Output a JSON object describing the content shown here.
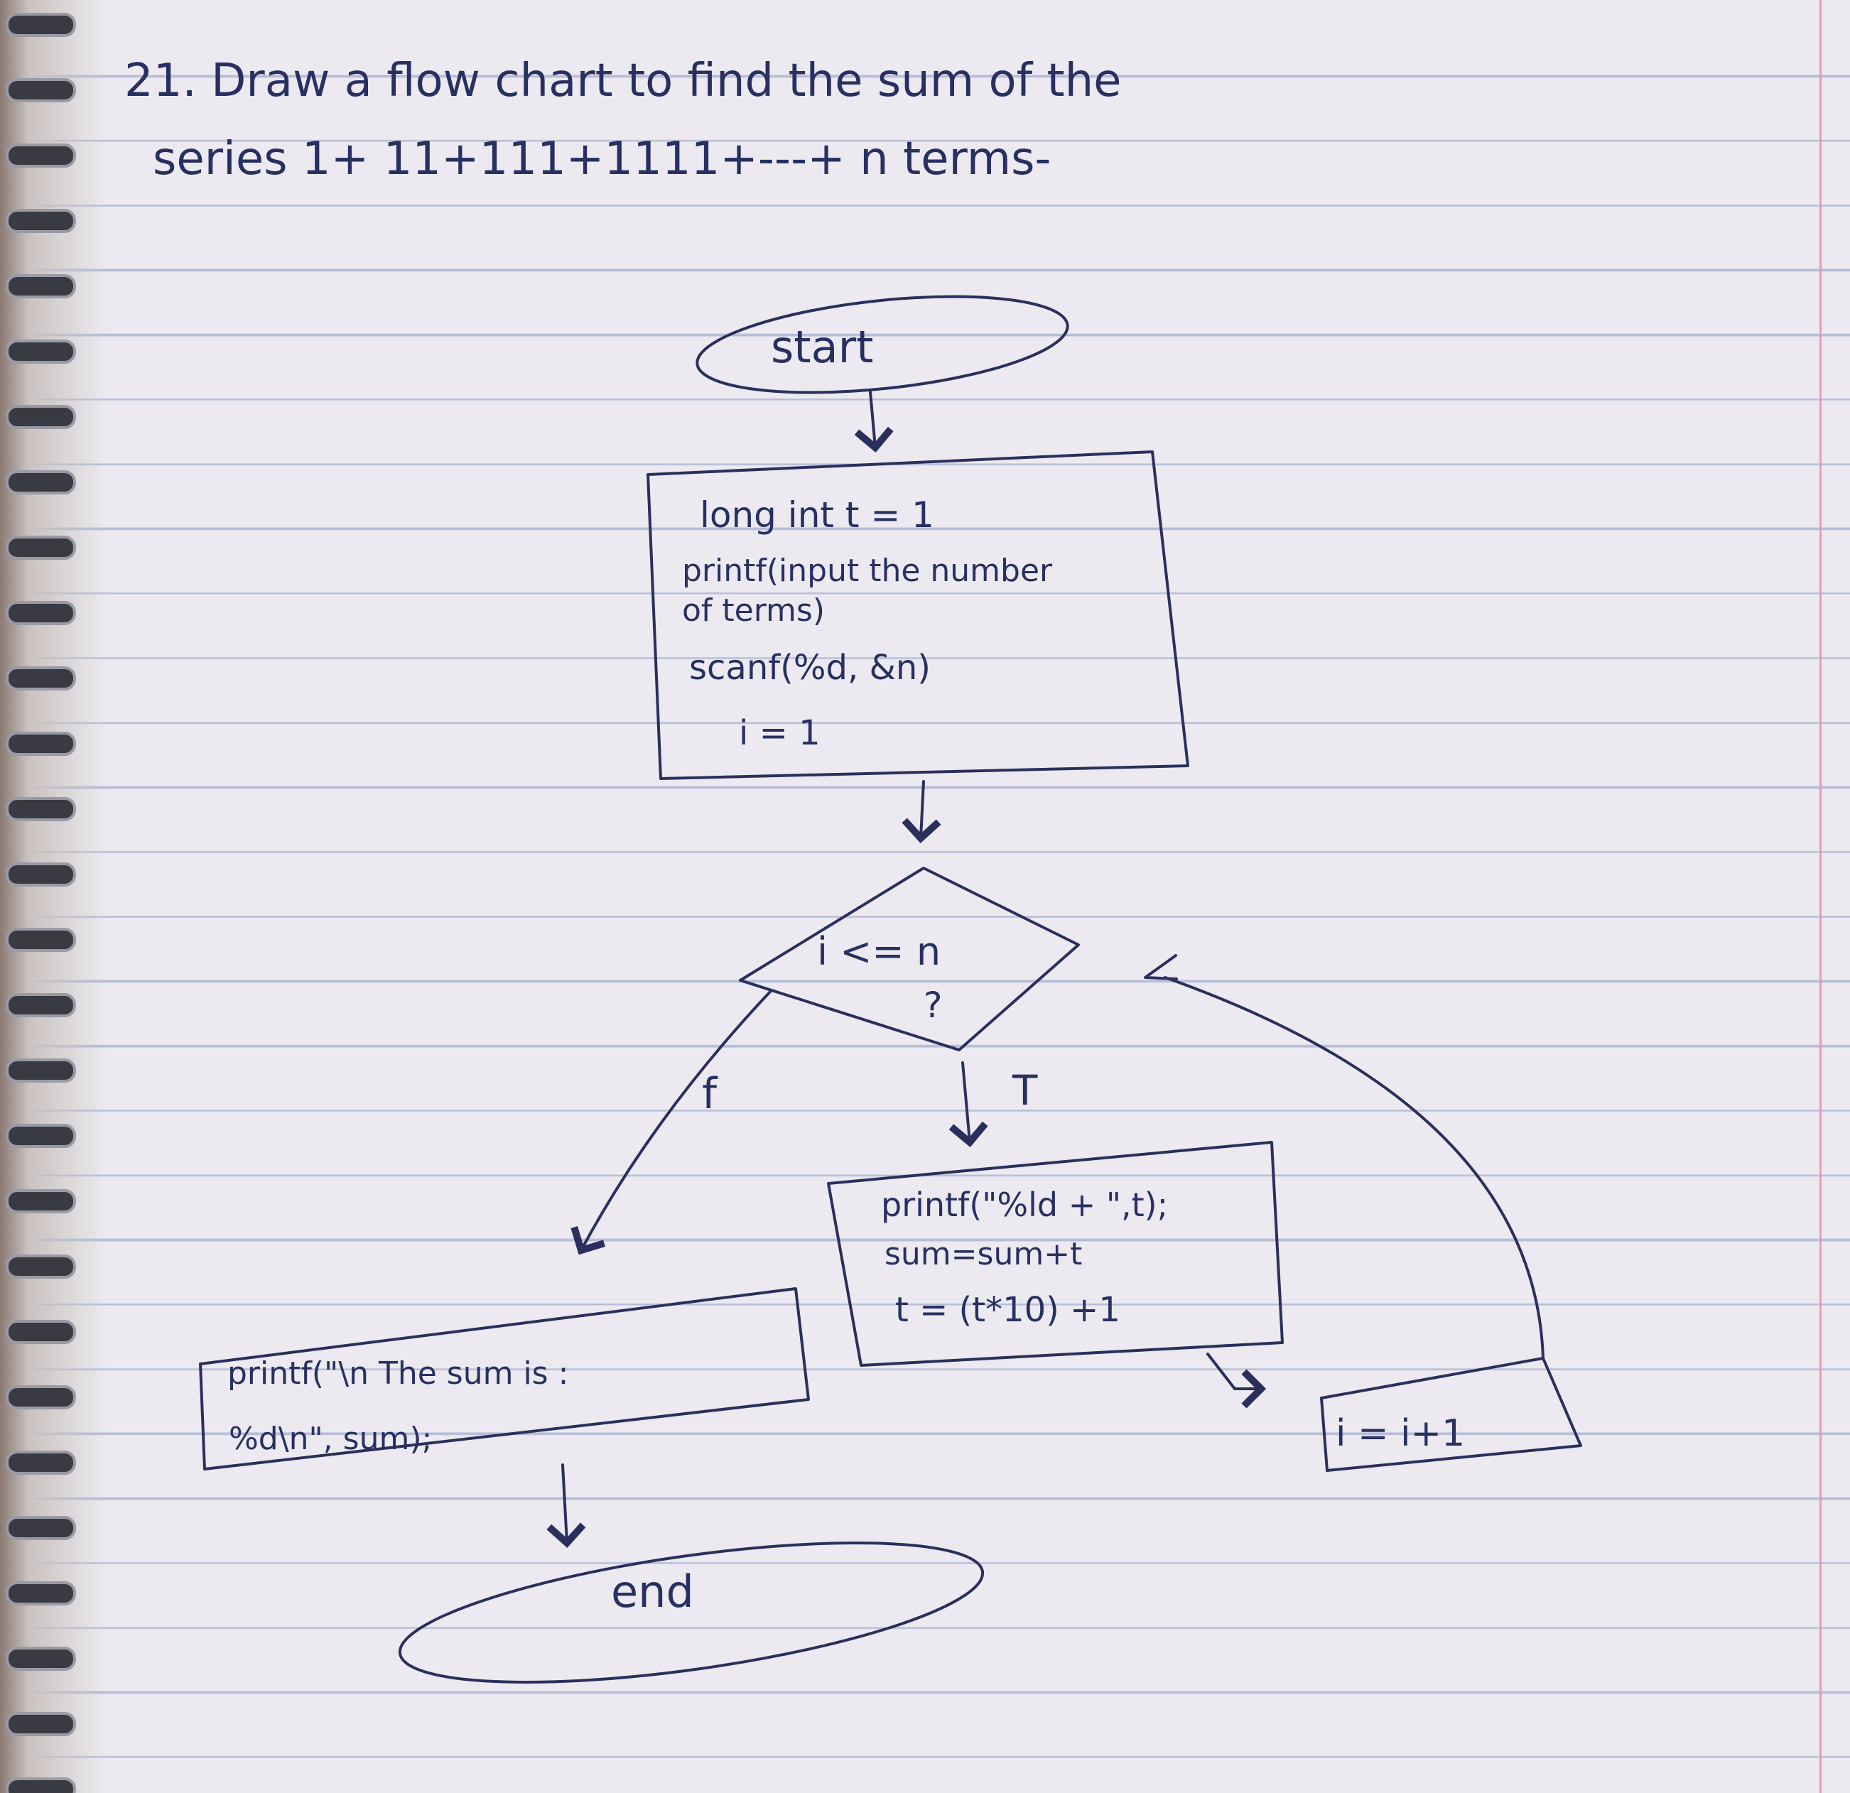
{
  "question": {
    "line1": "21. Draw a flow chart to find the sum of the",
    "line2": "series 1+ 11+111+1111+---+ n terms-"
  },
  "diagram": {
    "start": "start",
    "init_block": {
      "line1": "long int t = 1",
      "line2": "printf(input the number",
      "line3": "of terms)",
      "line4": "scanf(%d, &n)",
      "line5": "i = 1"
    },
    "decision": {
      "line1": "i <= n",
      "line2": "?"
    },
    "false_label": "f",
    "true_label": "T",
    "loop_block": {
      "line1": "printf(\"%ld + \",t);",
      "line2": "sum=sum+t",
      "line3": "t = (t*10) +1"
    },
    "increment": "i = i+1",
    "output_block": {
      "line1": "printf(\"\\n The sum is :",
      "line2": "%d\\n\", sum);"
    },
    "end": "end"
  }
}
